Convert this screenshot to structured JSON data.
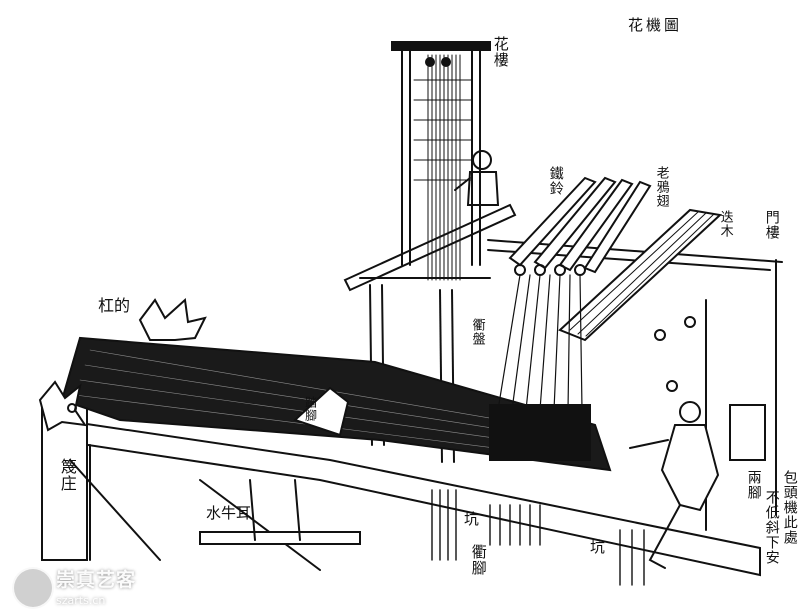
{
  "figure": {
    "title": "花機圖",
    "labels": {
      "hualou": "花樓",
      "tieling": "鐵鈴",
      "laoyachi": "老鴉翅",
      "dianmu": "迭木",
      "menlou": "門樓",
      "gangou": "杠的",
      "kuozhuang": "篾庄",
      "dengjiao": "踏腳",
      "hengli": "衢盤",
      "shuiniuer": "水牛耳",
      "keng1": "坑",
      "keng2": "坑",
      "qujiao": "衢腳",
      "note_col1": "包頭機此處",
      "note_col2": "不低斜下安",
      "note_col3": "兩腳"
    }
  },
  "watermark": {
    "text": "崇真艺客",
    "subtext": "szarts.cn"
  }
}
